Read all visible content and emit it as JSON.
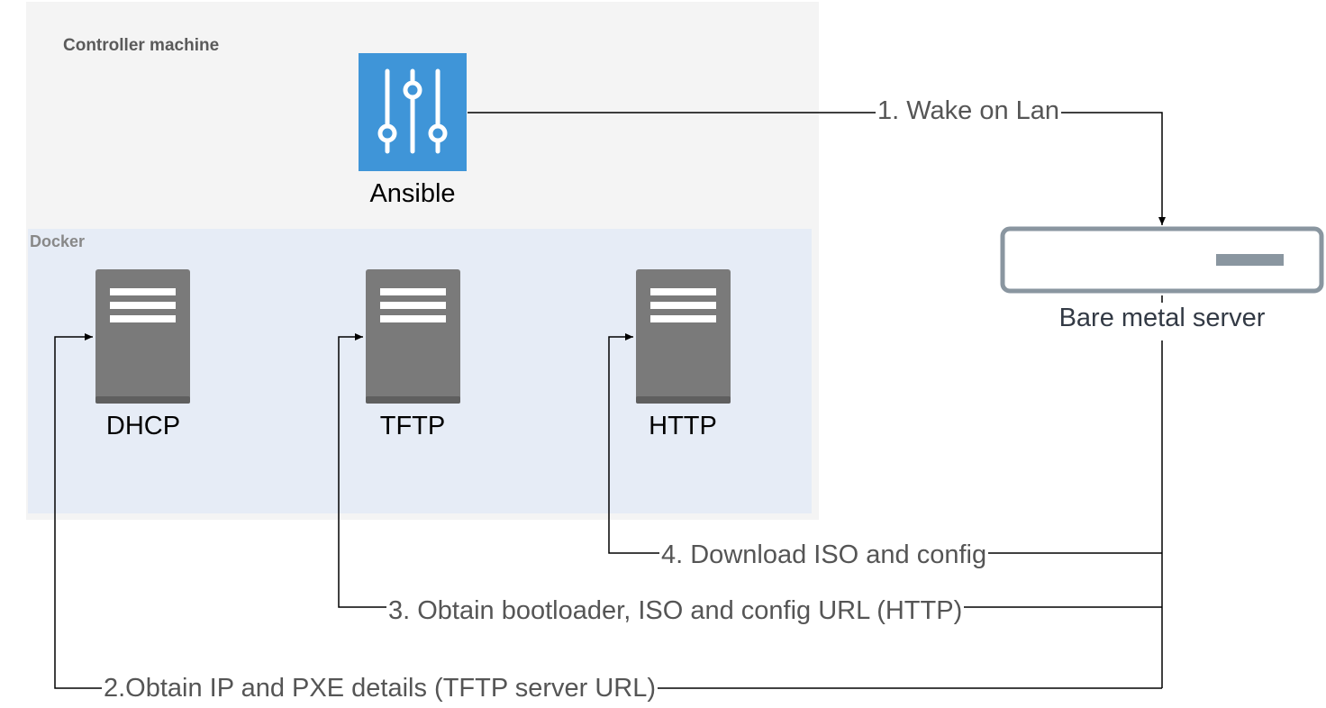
{
  "groups": {
    "controller": "Controller machine",
    "docker": "Docker"
  },
  "nodes": {
    "ansible": {
      "label": "Ansible",
      "icon": "sliders-icon",
      "color": "#3F95D8"
    },
    "dhcp": {
      "label": "DHCP",
      "icon": "server-icon"
    },
    "tftp": {
      "label": "TFTP",
      "icon": "server-icon"
    },
    "http": {
      "label": "HTTP",
      "icon": "server-icon"
    },
    "bare_metal": {
      "label": "Bare metal server",
      "icon": "rack-server-icon"
    }
  },
  "edges": {
    "wake": "1. Wake on Lan",
    "dhcp": "2.Obtain IP and PXE details (TFTP server URL)",
    "tftp": "3. Obtain bootloader, ISO and config URL (HTTP)",
    "http": "4. Download ISO and config"
  },
  "colors": {
    "controller_bg": "#F4F4F4",
    "docker_bg": "#E6ECF6",
    "server_gray": "#7A7A7A",
    "rack_outline": "#8A96A0",
    "edge": "#000000"
  }
}
